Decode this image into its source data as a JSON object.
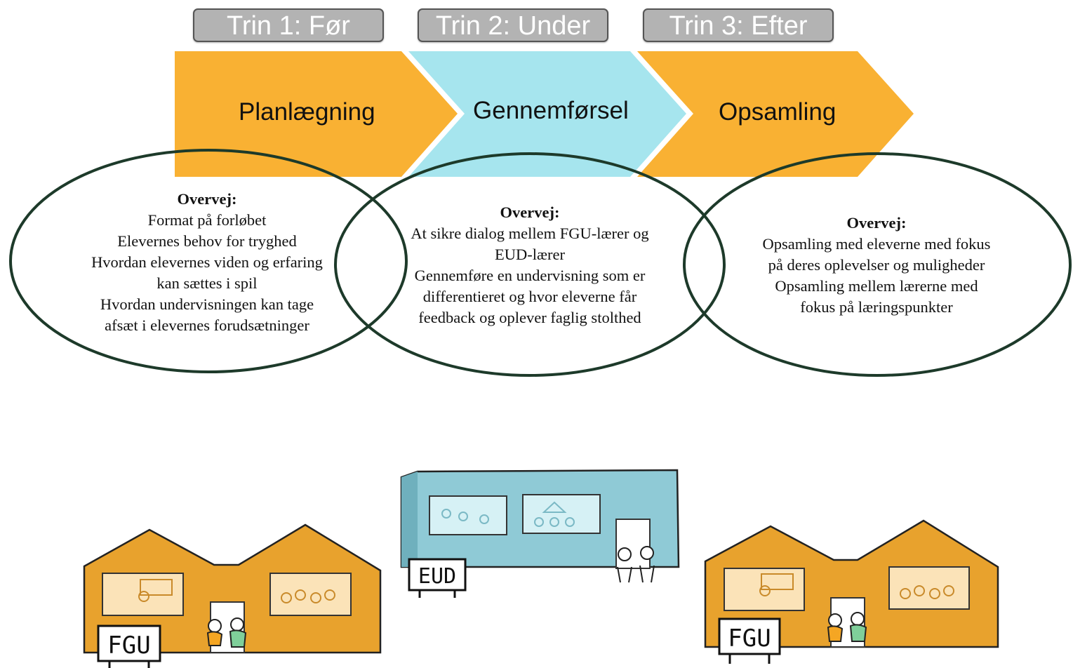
{
  "steps": [
    {
      "tab": "Trin 1: Før",
      "phase": "Planlægning",
      "color": "#f9b133"
    },
    {
      "tab": "Trin 2: Under",
      "phase": "Gennemførsel",
      "color": "#a6e5ee"
    },
    {
      "tab": "Trin 3: Efter",
      "phase": "Opsamling",
      "color": "#f9b133"
    }
  ],
  "considerations": [
    {
      "heading": "Overvej:",
      "lines": [
        "Format på forløbet",
        "Elevernes behov for tryghed",
        "Hvordan elevernes viden og erfaring",
        "kan sættes i spil",
        "Hvordan undervisningen kan tage",
        "afsæt i elevernes forudsætninger"
      ]
    },
    {
      "heading": "Overvej:",
      "lines": [
        "At sikre dialog mellem FGU-lærer og",
        "EUD-lærer",
        "Gennemføre en undervisning som er",
        "differentieret og hvor eleverne får",
        "feedback og oplever faglig stolthed"
      ]
    },
    {
      "heading": "Overvej:",
      "lines": [
        "Opsamling med eleverne med fokus",
        "på deres oplevelser og muligheder",
        "Opsamling mellem lærerne med",
        "fokus på læringspunkter"
      ]
    }
  ],
  "buildings": [
    {
      "sign": "FGU",
      "color": "#e8a22d"
    },
    {
      "sign": "EUD",
      "color": "#8fcad6"
    },
    {
      "sign": "FGU",
      "color": "#e8a22d"
    }
  ],
  "colors": {
    "ellipse_stroke": "#1d3a2a",
    "tab_gray": "#b3b3b3"
  }
}
